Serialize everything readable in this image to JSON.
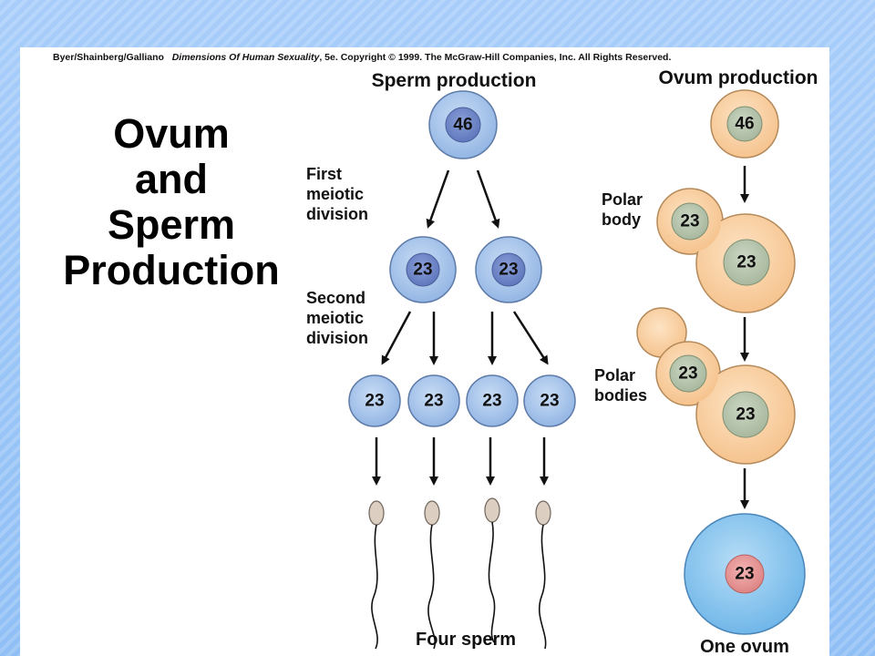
{
  "citation": {
    "authors": "Byer/Shainberg/Galliano",
    "book": "Dimensions Of Human Sexuality",
    "rest": ", 5e. Copyright © 1999. The McGraw-Hill Companies, Inc. All Rights Reserved."
  },
  "title": [
    "Ovum",
    "and",
    "Sperm",
    "Production"
  ],
  "sperm": {
    "heading": "Sperm production",
    "first_division": [
      "First",
      "meiotic",
      "division"
    ],
    "second_division": [
      "Second",
      "meiotic",
      "division"
    ],
    "footer": "Four sperm",
    "parent": "46",
    "level2": [
      "23",
      "23"
    ],
    "level3": [
      "23",
      "23",
      "23",
      "23"
    ]
  },
  "ovum": {
    "heading": "Ovum production",
    "parent": "46",
    "polar_body_label": [
      "Polar",
      "body"
    ],
    "polar_bodies_label": [
      "Polar",
      "bodies"
    ],
    "stage2": {
      "polar": "23",
      "cell": "23"
    },
    "stage3": {
      "polar": "23",
      "cell": "23"
    },
    "final": "23",
    "footer": "One ovum"
  },
  "colors": {
    "sperm_cell": "#a9c8ec",
    "sperm_nucleus": "#6f86c8",
    "ovum_cell": "#f8cf9f",
    "ovum_nucleus": "#b9c7b0",
    "final_ovum": "#8ec8ee",
    "final_nucleus": "#e99a9a"
  }
}
